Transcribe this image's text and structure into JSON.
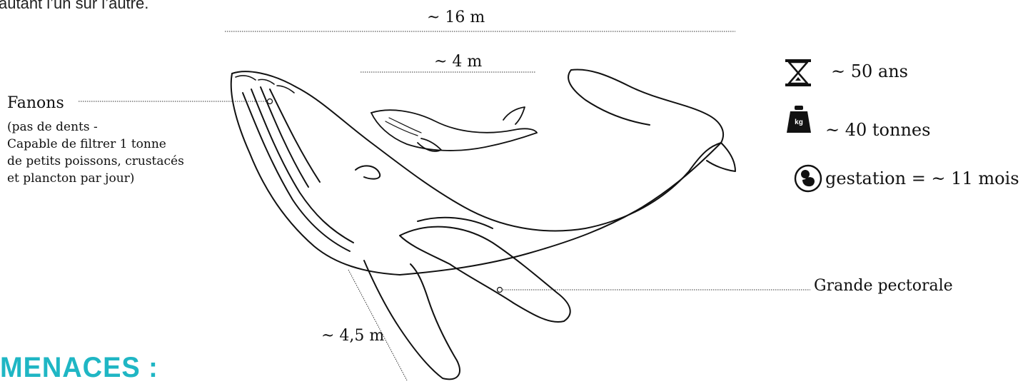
{
  "header": {
    "intro_fragment": "autant l’un sur l’autre."
  },
  "dimensions": {
    "adult_length": "~ 16 m",
    "calf_length": "~ 4 m",
    "pectoral_length": "~ 4,5 m"
  },
  "labels": {
    "fanons_title": "Fanons",
    "fanons_desc_1": "(pas de dents -",
    "fanons_desc_2": "Capable de filtrer 1 tonne",
    "fanons_desc_3": "de petits poissons, crustacés",
    "fanons_desc_4": "et plancton par jour)",
    "grande_pectorale": "Grande pectorale"
  },
  "facts": {
    "lifespan": "~ 50 ans",
    "weight": "~ 40 tonnes",
    "weight_icon_text": "kg",
    "gestation": "gestation = ~ 11 mois"
  },
  "section": {
    "menaces_title": "MENACES :"
  },
  "icons": [
    "hourglass-icon",
    "weight-icon",
    "fetus-icon"
  ],
  "colors": {
    "accent": "#1fb6c4",
    "ink": "#111111"
  }
}
